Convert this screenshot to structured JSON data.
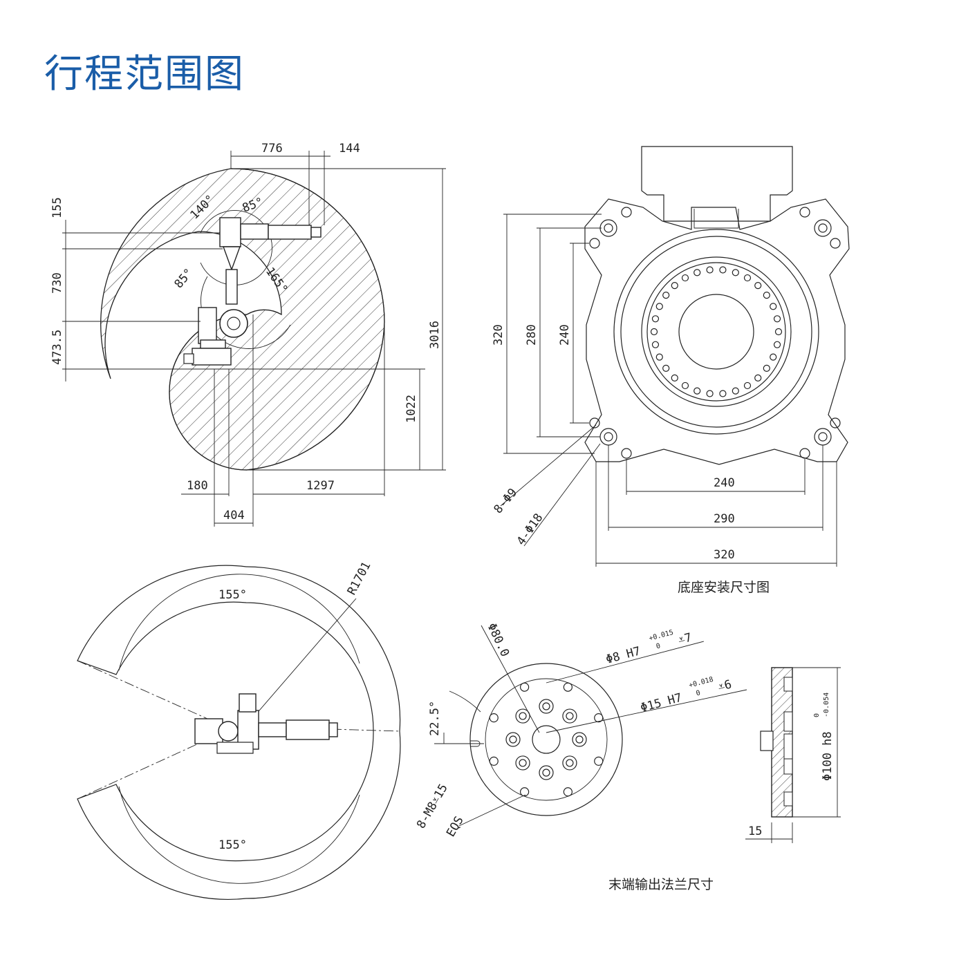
{
  "title": "行程范围图",
  "colors": {
    "title": "#1a5da8",
    "line": "#222222"
  },
  "side_view": {
    "dims": {
      "d776": "776",
      "d144": "144",
      "d155": "155",
      "d730": "730",
      "d4735": "473.5",
      "d3016": "3016",
      "d1022": "1022",
      "d180": "180",
      "d1297": "1297",
      "d404": "404"
    },
    "angles": {
      "a140": "140°",
      "a85top": "85°",
      "a85left": "85°",
      "a165": "165°"
    }
  },
  "base_view": {
    "dims": {
      "v320": "320",
      "v280": "280",
      "v240": "240",
      "h240": "240",
      "h290": "290",
      "h320": "320",
      "holes8": "8-Φ9",
      "holes4": "4-Φ18"
    },
    "caption": "底座安装尺寸图"
  },
  "top_view": {
    "radius": "R1701",
    "angle_top": "155°",
    "angle_bottom": "155°"
  },
  "flange_view": {
    "dia80": "Φ80.0",
    "pin8": "Φ8 H7",
    "pin8_tol_up": "+0.015",
    "pin8_tol_lo": "0",
    "pin8_depth": "⩡7",
    "pin15": "Φ15 H7",
    "pin15_tol_up": "+0.018",
    "pin15_tol_lo": "0",
    "pin15_depth": "⩡6",
    "angle": "22.5°",
    "thread_a": "8-M8⩡15",
    "thread_b": "EQS",
    "dia100": "Φ100 h8",
    "dia100_tol_up": "0",
    "dia100_tol_lo": "-0.054",
    "thickness": "15",
    "caption": "末端输出法兰尺寸"
  }
}
